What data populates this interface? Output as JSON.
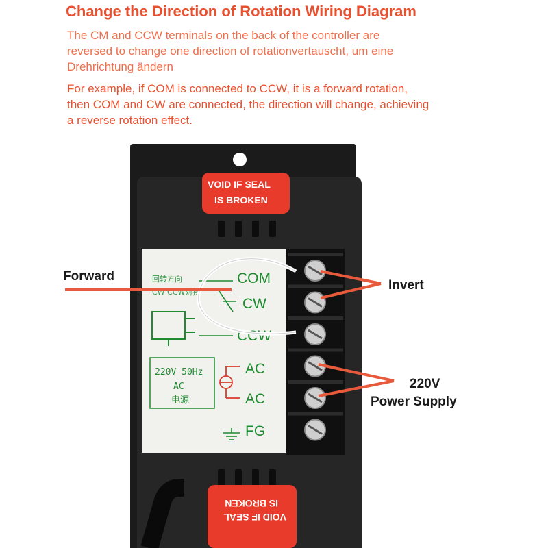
{
  "title": "Change the Direction of Rotation Wiring Diagram",
  "paragraph1": [
    "The CM and CCW terminals on the back of the controller are",
    "reversed to change one direction of rotationvertauscht, um eine",
    "Drehrichtung ändern"
  ],
  "paragraph2": [
    "For example, if COM is connected to CCW, it is a forward rotation,",
    "then COM and CW are connected, the direction will change, achieving",
    "a reverse rotation effect."
  ],
  "labels": {
    "forward": "Forward",
    "invert": "Invert",
    "voltage": "220V",
    "power_supply": "Power Supply"
  },
  "seal": {
    "line1": "VOID IF SEAL",
    "line2": "IS BROKEN"
  },
  "panel": {
    "chinese_heading": "回转方向",
    "chinese_swap": "CW CCW对换",
    "terminals": [
      "COM",
      "CW",
      "CCW",
      "AC",
      "AC",
      "FG"
    ],
    "power_box_line1": "220V 50Hz",
    "power_box_line2": "AC",
    "power_box_line3": "电源"
  },
  "colors": {
    "accent": "#e8512f",
    "terminal_text": "#1f8a2f",
    "seal": "#e83b2c",
    "housing": "#222222"
  }
}
